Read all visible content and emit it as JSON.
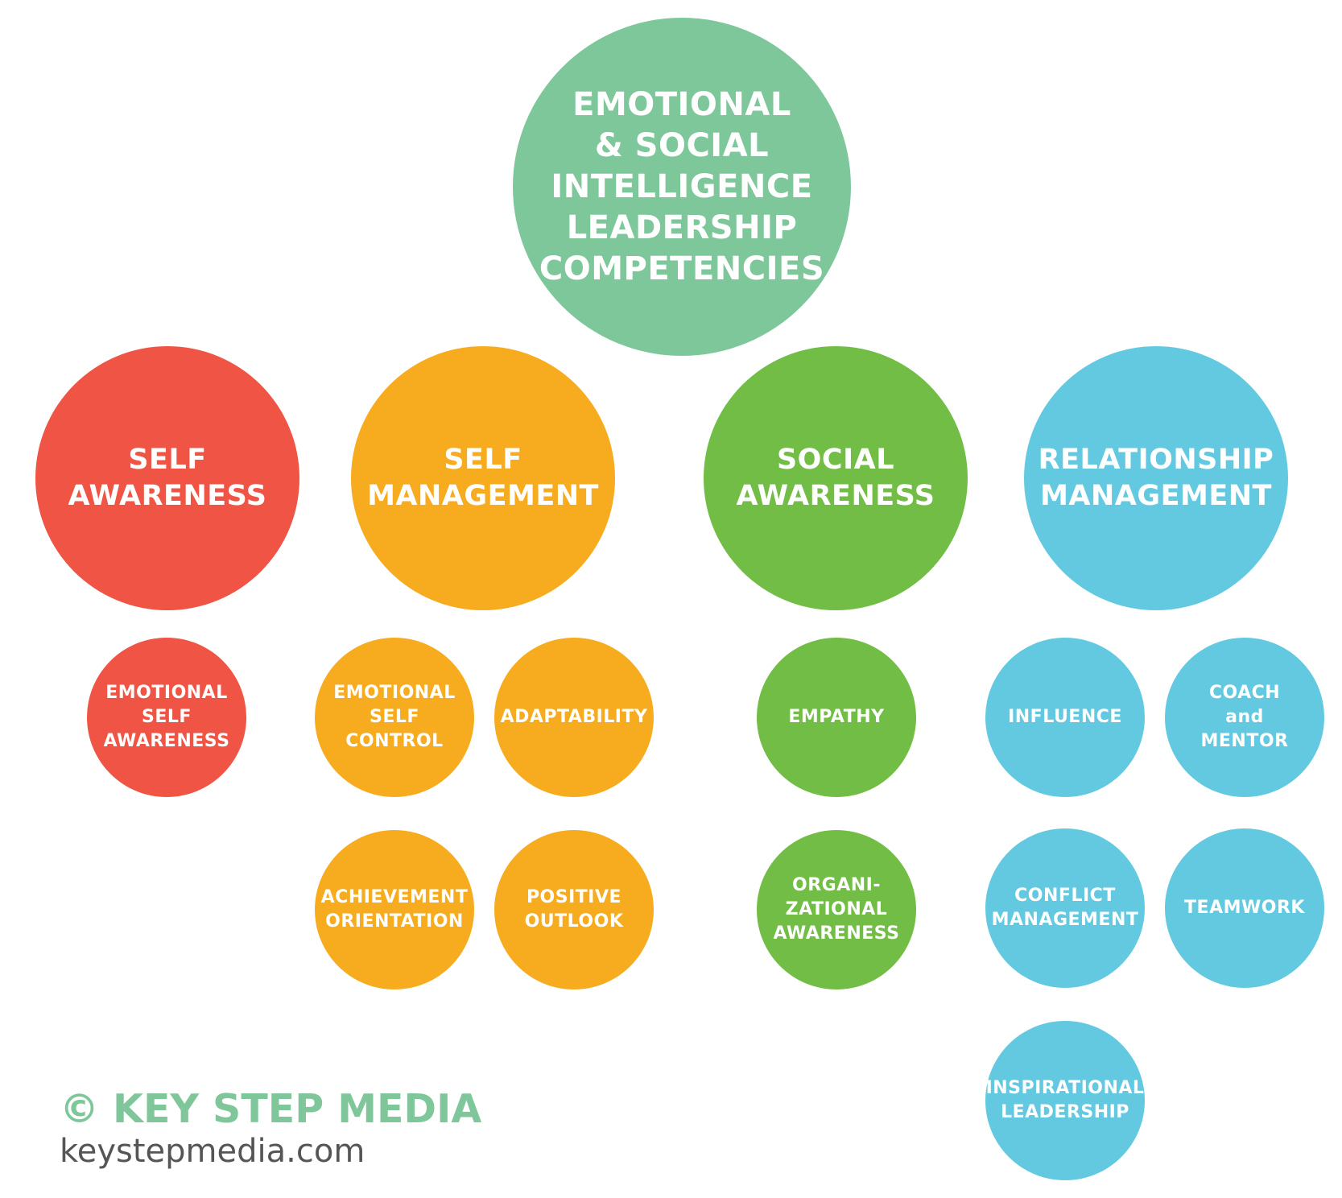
{
  "colors": {
    "main": "#7ec79b",
    "self_awareness": "#ef5444",
    "self_management": "#f7ac1f",
    "social_awareness": "#72bd45",
    "relationship_management": "#63c9e1",
    "brand_text": "#7fc79a",
    "site_text": "#555555"
  },
  "main": {
    "label": "EMOTIONAL\n& SOCIAL\nINTELLIGENCE\nLEADERSHIP\nCOMPETENCIES"
  },
  "categories": [
    {
      "label": "SELF\nAWARENESS",
      "competencies": [
        "EMOTIONAL\nSELF\nAWARENESS"
      ]
    },
    {
      "label": "SELF\nMANAGEMENT",
      "competencies": [
        "EMOTIONAL\nSELF\nCONTROL",
        "ADAPTABILITY",
        "ACHIEVEMENT\nORIENTATION",
        "POSITIVE\nOUTLOOK"
      ]
    },
    {
      "label": "SOCIAL\nAWARENESS",
      "competencies": [
        "EMPATHY",
        "ORGANI-\nZATIONAL\nAWARENESS"
      ]
    },
    {
      "label": "RELATIONSHIP\nMANAGEMENT",
      "competencies": [
        "INFLUENCE",
        "COACH\nand\nMENTOR",
        "CONFLICT\nMANAGEMENT",
        "TEAMWORK",
        "INSPIRATIONAL\nLEADERSHIP"
      ]
    }
  ],
  "footer": {
    "brand": "© KEY STEP MEDIA",
    "site": "keystepmedia.com"
  }
}
